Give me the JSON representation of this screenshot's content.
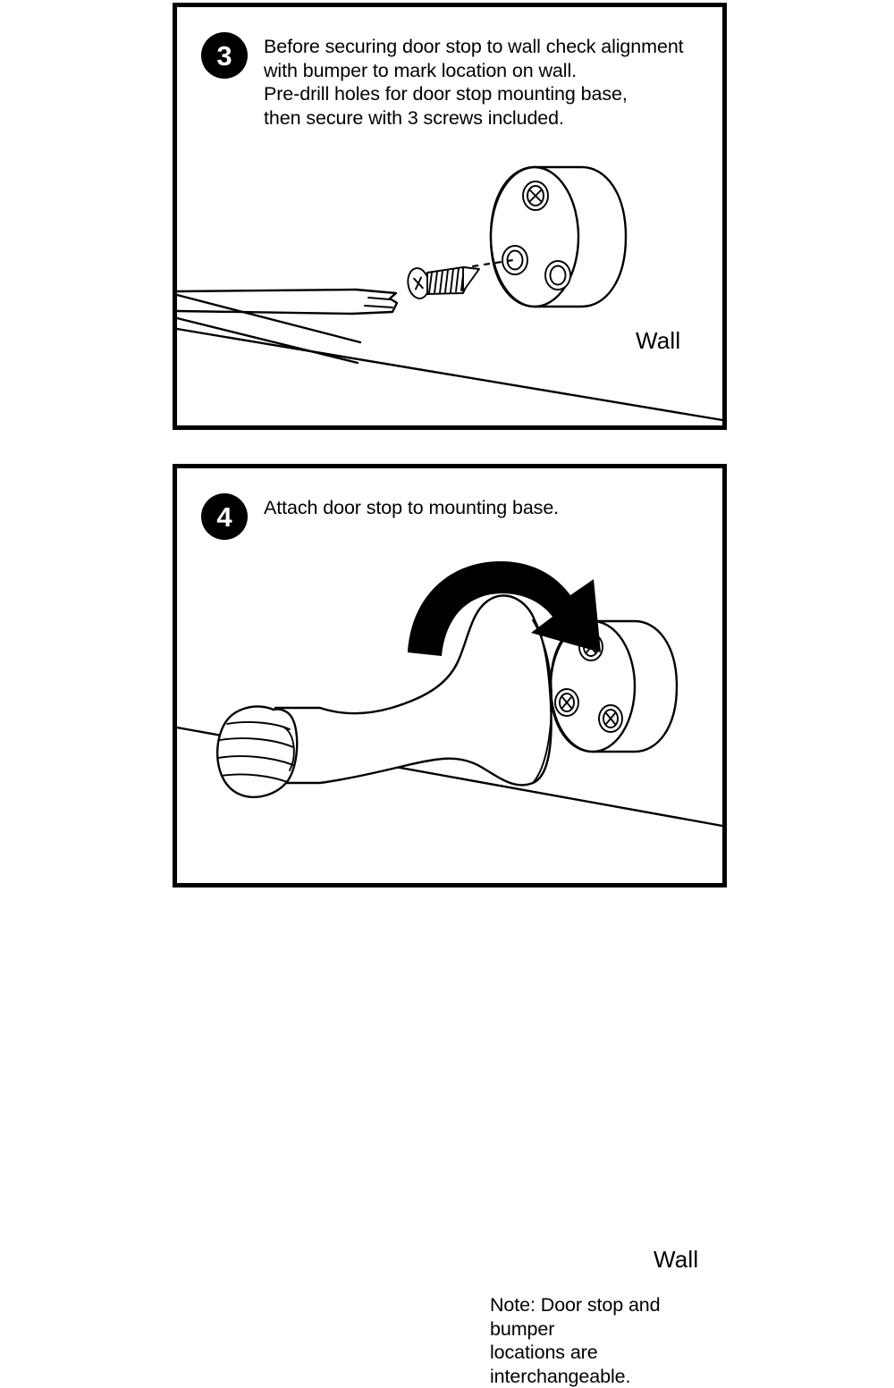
{
  "document": {
    "type": "installation-instructions",
    "title": "Door stop installation steps 3 and 4",
    "background_color": "#ffffff",
    "ink_color": "#000000"
  },
  "panels": [
    {
      "id": "step-3",
      "badge": "3",
      "instruction": "Before securing door stop to wall check alignment\nwith bumper to mark location on wall.\nPre-drill holes for door stop mounting base,\nthen secure with 3 screws included.",
      "wall_label": "Wall",
      "illustration": {
        "name": "mounting-base-with-screwdriver-and-screw",
        "parts": [
          "screwdriver",
          "screw",
          "dashed-alignment-line",
          "mounting-base-disc",
          "wall-line"
        ],
        "mounting_base_holes": 3,
        "screws_installed": 1
      }
    },
    {
      "id": "step-4",
      "badge": "4",
      "instruction": "Attach door stop to mounting base.",
      "wall_label": "Wall",
      "note": "Note: Door stop and bumper\nlocations are interchangeable.",
      "illustration": {
        "name": "door-stop-attaching-to-mounting-base",
        "parts": [
          "curved-arrow",
          "door-stop-body",
          "rubber-bumper-tip",
          "mounting-base-disc",
          "wall-line"
        ],
        "mounting_base_holes": 3,
        "screws_installed": 3
      }
    }
  ]
}
